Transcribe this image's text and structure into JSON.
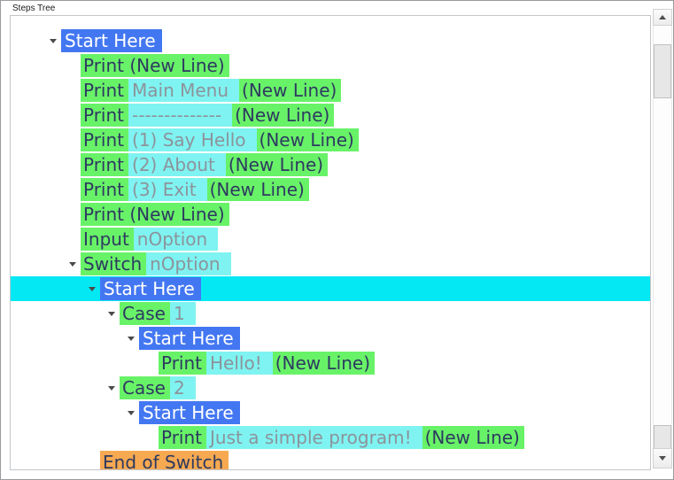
{
  "panel": {
    "title": "Steps Tree"
  },
  "colors": {
    "keyword_bg": "#68F268",
    "start_bg": "#4377F2",
    "param_bg": "#7FF3F1",
    "selected_row_bg": "#04E8F4",
    "end_bg": "#F6A951",
    "text": "#2E3A60",
    "param_text": "#8C939B",
    "arrow": "#4A4A4A"
  },
  "icons": {
    "expand_arrow": "triangle-down",
    "scroll_up": "triangle-up",
    "scroll_down": "triangle-down"
  },
  "tree": {
    "rows": [
      {
        "level": 0,
        "arrow": true,
        "selected": false,
        "segments": [
          {
            "type": "start",
            "text": "Start Here"
          }
        ]
      },
      {
        "level": 1,
        "arrow": false,
        "selected": false,
        "segments": [
          {
            "type": "keyword",
            "text": "Print (New Line)"
          }
        ]
      },
      {
        "level": 1,
        "arrow": false,
        "selected": false,
        "segments": [
          {
            "type": "keyword",
            "text": "Print"
          },
          {
            "type": "param",
            "text": "Main Menu"
          },
          {
            "type": "keyword",
            "text": "(New Line)"
          }
        ]
      },
      {
        "level": 1,
        "arrow": false,
        "selected": false,
        "segments": [
          {
            "type": "keyword",
            "text": "Print"
          },
          {
            "type": "param",
            "text": "--------------"
          },
          {
            "type": "keyword",
            "text": "(New Line)"
          }
        ]
      },
      {
        "level": 1,
        "arrow": false,
        "selected": false,
        "segments": [
          {
            "type": "keyword",
            "text": "Print"
          },
          {
            "type": "param",
            "text": "(1) Say Hello"
          },
          {
            "type": "keyword",
            "text": "(New Line)"
          }
        ]
      },
      {
        "level": 1,
        "arrow": false,
        "selected": false,
        "segments": [
          {
            "type": "keyword",
            "text": "Print"
          },
          {
            "type": "param",
            "text": "(2) About"
          },
          {
            "type": "keyword",
            "text": "(New Line)"
          }
        ]
      },
      {
        "level": 1,
        "arrow": false,
        "selected": false,
        "segments": [
          {
            "type": "keyword",
            "text": "Print"
          },
          {
            "type": "param",
            "text": "(3) Exit"
          },
          {
            "type": "keyword",
            "text": "(New Line)"
          }
        ]
      },
      {
        "level": 1,
        "arrow": false,
        "selected": false,
        "segments": [
          {
            "type": "keyword",
            "text": "Print (New Line)"
          }
        ]
      },
      {
        "level": 1,
        "arrow": false,
        "selected": false,
        "segments": [
          {
            "type": "keyword",
            "text": "Input"
          },
          {
            "type": "param",
            "text": "nOption"
          }
        ]
      },
      {
        "level": 1,
        "arrow": true,
        "selected": false,
        "segments": [
          {
            "type": "keyword",
            "text": "Switch"
          },
          {
            "type": "param",
            "text": "nOption"
          }
        ]
      },
      {
        "level": 2,
        "arrow": true,
        "selected": true,
        "segments": [
          {
            "type": "start",
            "text": "Start Here"
          }
        ]
      },
      {
        "level": 3,
        "arrow": true,
        "selected": false,
        "segments": [
          {
            "type": "keyword",
            "text": "Case"
          },
          {
            "type": "param",
            "text": "1"
          }
        ]
      },
      {
        "level": 4,
        "arrow": true,
        "selected": false,
        "segments": [
          {
            "type": "start",
            "text": "Start Here"
          }
        ]
      },
      {
        "level": 5,
        "arrow": false,
        "selected": false,
        "segments": [
          {
            "type": "keyword",
            "text": "Print"
          },
          {
            "type": "param",
            "text": "Hello!"
          },
          {
            "type": "keyword",
            "text": "(New Line)"
          }
        ]
      },
      {
        "level": 3,
        "arrow": true,
        "selected": false,
        "segments": [
          {
            "type": "keyword",
            "text": "Case"
          },
          {
            "type": "param",
            "text": "2"
          }
        ]
      },
      {
        "level": 4,
        "arrow": true,
        "selected": false,
        "segments": [
          {
            "type": "start",
            "text": "Start Here"
          }
        ]
      },
      {
        "level": 5,
        "arrow": false,
        "selected": false,
        "segments": [
          {
            "type": "keyword",
            "text": "Print"
          },
          {
            "type": "param",
            "text": "Just a simple program!"
          },
          {
            "type": "keyword",
            "text": "(New Line)"
          }
        ]
      },
      {
        "level": 2,
        "arrow": false,
        "selected": false,
        "segments": [
          {
            "type": "end",
            "text": "End of Switch"
          }
        ]
      }
    ]
  }
}
